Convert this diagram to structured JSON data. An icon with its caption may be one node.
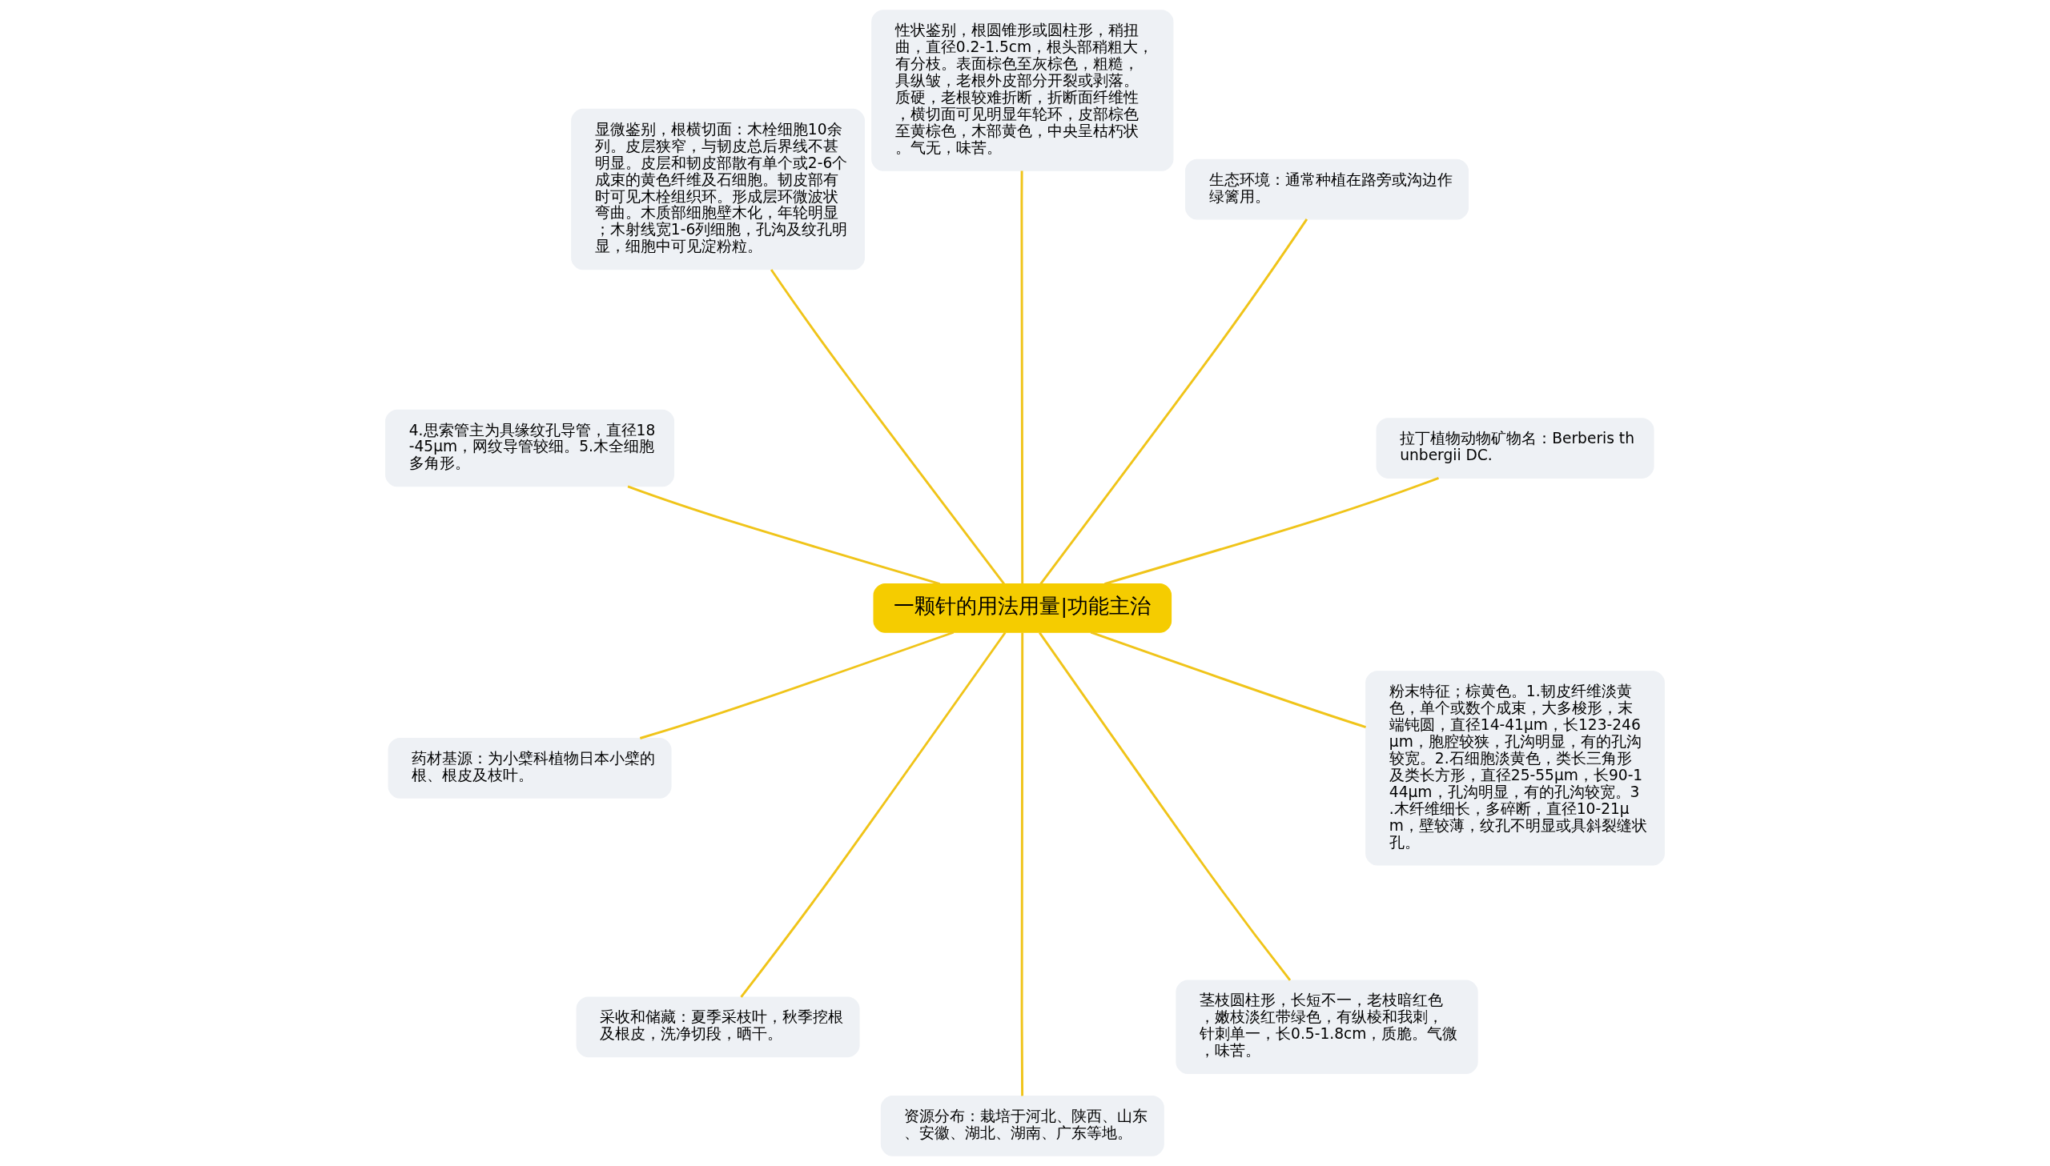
{
  "diagram": {
    "nodes": [
      {
        "text": [
          "一颗针的用法用量|功能主治"
        ]
      },
      {
        "text": [
          "拉丁植物动物矿物名：Berberis thunbergii DC."
        ]
      },
      {
        "text": [
          "生态环境：通常种植在路旁或沟边作绿篱用。"
        ]
      },
      {
        "text": [
          "性状鉴别，根圆锥形或圆柱形，稍扭曲，直径0.2-1.5cm，根头部稍粗大，有分枝。表面棕色至灰棕色，粗糙，具纵皱，老根外皮部分开裂或剥落。质硬，老根较难折断，折断面纤维性，横切面可见明显年轮环，皮部棕色至黄棕色，木部黄色，中央呈枯朽状。气无，味苦。"
        ]
      },
      {
        "text": [
          "显微鉴别，根横切面：木栓细胞10余列。皮层狭窄，与韧皮总后界线不甚明显。皮层和韧皮部散有单个或2-6个成束的黄色纤维及石细胞。韧皮部有时可见木栓组织环。形成层环微波状弯曲。木质部细胞壁木化，年轮明显；木射线宽1-6列细胞，孔沟及纹孔明显，细胞中可见淀粉粒。"
        ]
      },
      {
        "text": [
          "4.思索管主为具缘纹孔导管，直径18-45μm，网纹导管较细。5.木全细胞多角形。"
        ]
      },
      {
        "text": [
          "药材基源：为小檗科植物日本小檗的根、根皮及枝叶。"
        ]
      },
      {
        "text": [
          "采收和储藏：夏季采枝叶，秋季挖根及根皮，洗净切段，晒干。"
        ]
      },
      {
        "text": [
          "资源分布：栽培于河北、陕西、山东、安徽、湖北、湖南、广东等地。"
        ]
      },
      {
        "text": [
          "茎枝圆柱形，长短不一，老枝暗红色，嫩枝淡红带绿色，有纵棱和我刺，针刺单一，长0.5-1.8cm，质脆。气微，味苦。"
        ]
      },
      {
        "text": [
          "粉末特征；棕黄色。1.韧皮纤维淡黄色，单个或数个成束，大多梭形，末端钝圆，直径14-41μm，长123-246μm，胞腔较狭，孔沟明显，有的孔沟较宽。2.石细胞淡黄色，类长三角形及类长方形，直径25-55μm，长90-144μm，孔沟明显，有的孔沟较宽。3.木纤维细长，多碎断，直径10-21μm，壁较薄，纹孔不明显或具斜裂缝状孔。"
        ]
      }
    ],
    "edges": [
      {
        "from": 0,
        "to": 1,
        "arrow": "none"
      },
      {
        "from": 0,
        "to": 2,
        "arrow": "none"
      },
      {
        "from": 0,
        "to": 3,
        "arrow": "none"
      },
      {
        "from": 0,
        "to": 4,
        "arrow": "none"
      },
      {
        "from": 0,
        "to": 5,
        "arrow": "none"
      },
      {
        "from": 0,
        "to": 6,
        "arrow": "none"
      },
      {
        "from": 0,
        "to": 7,
        "arrow": "none"
      },
      {
        "from": 0,
        "to": 8,
        "arrow": "none"
      },
      {
        "from": 0,
        "to": 9,
        "arrow": "none"
      },
      {
        "from": 0,
        "to": 10,
        "arrow": "none"
      }
    ]
  }
}
